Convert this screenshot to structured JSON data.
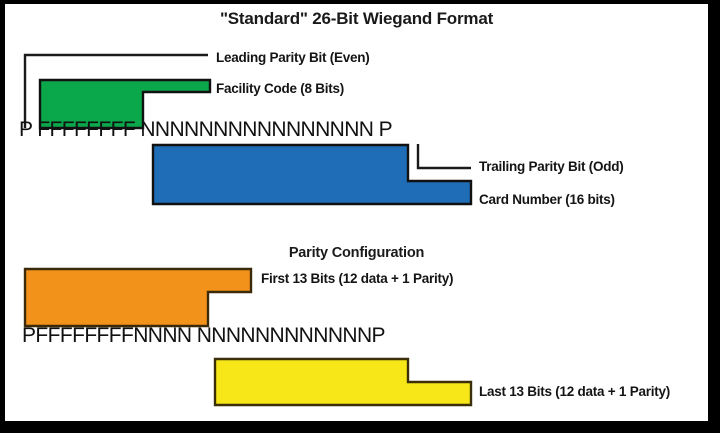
{
  "diagram": {
    "title": "\"Standard\" 26-Bit Wiegand Format",
    "section_title": "Parity Configuration",
    "background_color": "#ffffff",
    "frame_color": "#000000"
  },
  "top_format": {
    "bitstring": "P FFFFFFFF NNNNNNNNNNNNNNNN P",
    "parts": {
      "leading_parity": "P",
      "facility_code": "FFFFFFFF",
      "card_number": "NNNNNNNNNNNNNNNN",
      "trailing_parity": "P"
    },
    "labels": {
      "leading_parity": "Leading Parity Bit (Even)",
      "facility_code": "Facility Code (8 Bits)",
      "trailing_parity": "Trailing Parity Bit (Odd)",
      "card_number": "Card Number (16 bits)"
    },
    "colors": {
      "facility_code": "#0aa84a",
      "card_number": "#1f6db7",
      "bracket": "#1a1a1a"
    }
  },
  "parity_config": {
    "bitstring": "PFFFFFFFFNNNN NNNNNNNNNNNNP",
    "parts": {
      "first_group": "PFFFFFFFFNNNN",
      "second_group": "NNNNNNNNNNNNP"
    },
    "labels": {
      "first": "First 13 Bits (12 data + 1 Parity)",
      "last": "Last 13 Bits (12 data + 1 Parity)"
    },
    "colors": {
      "first": "#f3921b",
      "last": "#f7e718"
    }
  }
}
